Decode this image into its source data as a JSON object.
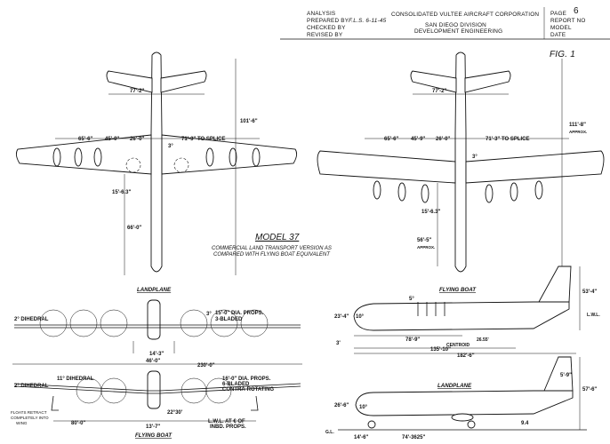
{
  "title_block": {
    "analysis": "ANALYSIS",
    "prepared_by": "PREPARED BY",
    "prepared_sig": "F.L.S. 6-11-45",
    "checked_by": "CHECKED BY",
    "revised_by": "REVISED BY",
    "company": "CONSOLIDATED VULTEE AIRCRAFT CORPORATION",
    "division": "SAN DIEGO DIVISION",
    "department": "DEVELOPMENT ENGINEERING",
    "page_label": "PAGE",
    "page_number": "6",
    "report_no": "REPORT NO",
    "model_label": "MODEL",
    "date_label": "DATE",
    "fig": "FIG. 1"
  },
  "caption": {
    "model": "MODEL 37",
    "line1": "COMMERCIAL LAND TRANSPORT VERSION AS",
    "line2": "COMPARED WITH FLYING BOAT EQUIVALENT"
  },
  "plan_left": {
    "tail_span": "77'-2\"",
    "length": "101'-6\"",
    "d1": "65'-6\"",
    "d2": "45'-9\"",
    "d3": "26'-0\"",
    "to_splice": "71'-3\" TO SPLICE",
    "sweep": "3°",
    "chord": "15'-6.3\"",
    "nose": "66'-0\""
  },
  "plan_right": {
    "tail_span": "77'-2\"",
    "length": "111'-8\"",
    "approx": "APPROX.",
    "d1": "65'-6\"",
    "d2": "45'-9\"",
    "d3": "26'-0\"",
    "to_splice": "71'-3\" TO SPLICE",
    "sweep": "3°",
    "chord": "15'-6.3\"",
    "nose": "56'-5\"",
    "nose_approx": "APPROX."
  },
  "front": {
    "landplane_title": "LANDPLANE",
    "flying_boat_title": "FLYING BOAT",
    "dihedral_top": "2° DIHEDRAL",
    "props_top_1": "15'-0\" DIA. PROPS.",
    "props_top_2": "3-BLADED",
    "angle_top": "3°",
    "span_a": "14'-3\"",
    "span_b": "46'-0\"",
    "span_total": "230'-0\"",
    "dihedral_11": "11° DIHEDRAL",
    "dihedral_bottom": "2° DIHEDRAL",
    "props_bot_1": "16'-0\" DIA. PROPS.",
    "props_bot_2": "6-BLADED",
    "props_bot_3": "CONTRA-ROTATING",
    "floats_1": "FLOATS RETRACT",
    "floats_2": "COMPLETELY INTO",
    "floats_3": "WING",
    "float_span": "80'-0\"",
    "hull_w": "13'-7\"",
    "angle_b": "22°30'",
    "lwl_1": "L.W.L. AT € OF",
    "lwl_2": "INBD. PROPS."
  },
  "side": {
    "flying_boat_title": "FLYING BOAT",
    "landplane_title": "LANDPLANE",
    "fb_height": "53'-4\"",
    "fb_angle": "5°",
    "fb_left_h": "23'-4\"",
    "fb_10": "10°",
    "fb_small": "3'",
    "fb_lwl": "L.W.L.",
    "fb_step": "78'-9\"",
    "fb_step2": "26.55'",
    "fb_centroid": "CENTROID",
    "fb_len1": "135'-10\"",
    "fb_len2": "182'-6\"",
    "lp_height": "57'-6\"",
    "lp_left_h": "26'-6\"",
    "lp_10": "10°",
    "lp_right_h": "5'-9\"",
    "lp_gear": "14'-6\"",
    "lp_wb": "74'-3625\"",
    "lp_ratio": "9.4",
    "lp_gl": "G.L."
  }
}
